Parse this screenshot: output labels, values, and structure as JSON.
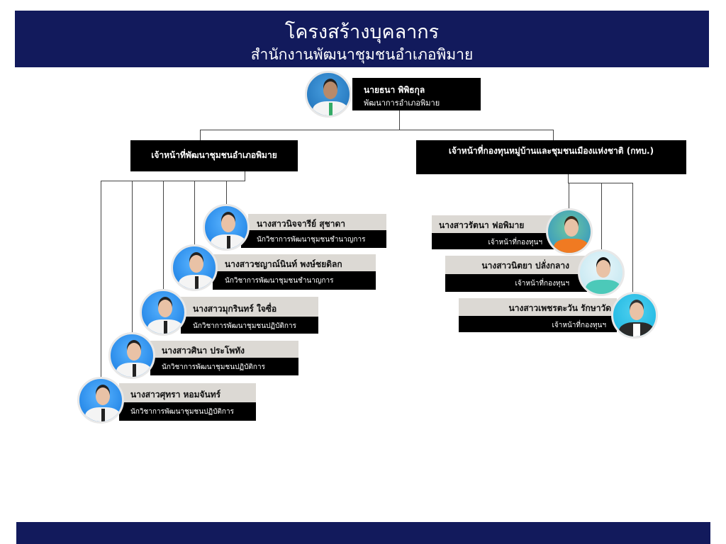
{
  "header": {
    "title": "โครงสร้างบุคลากร",
    "subtitle": "สำนักงานพัฒนาชุมชนอำเภอพิมาย"
  },
  "head": {
    "name": "นายธนา  พิพิธกุล",
    "position": "พัฒนาการอำเภอพิมาย"
  },
  "groups": {
    "left": "เจ้าหน้าที่พัฒนาชุมชนอำเภอพิมาย",
    "right": "เจ้าหน้าที่กองทุนหมู่บ้านและชุมชนเมืองแห่งชาติ (กทบ.)"
  },
  "left_staff": [
    {
      "name": "นางสาวนิจจารีย์  สุชาดา",
      "position": "นักวิชาการพัฒนาชุมชนชำนาญการ"
    },
    {
      "name": "นางสาวชญาณ์นินท์  พงษ์ชยดิลก",
      "position": "นักวิชาการพัฒนาชุมชนชำนาญการ"
    },
    {
      "name": "นางสาวมุกรินทร์  ใจซื่อ",
      "position": "นักวิชาการพัฒนาชุมชนปฏิบัติการ"
    },
    {
      "name": "นางสาวศินา  ประโพทัง",
      "position": "นักวิชาการพัฒนาชุมชนปฏิบัติการ"
    },
    {
      "name": "นางสาวศุทรา  หอมจันทร์",
      "position": "นักวิชาการพัฒนาชุมชนปฏิบัติการ"
    }
  ],
  "right_staff": [
    {
      "name": "นางสาวรัตนา  ฟอพิมาย",
      "position": "เจ้าหน้าที่กองทุนฯ"
    },
    {
      "name": "นางสาวนิตยา ปลั่งกลาง",
      "position": "เจ้าหน้าที่กองทุนฯ"
    },
    {
      "name": "นางสาวเพชรตะวัน รักษาวัด",
      "position": "เจ้าหน้าที่กองทุนฯ"
    }
  ]
}
